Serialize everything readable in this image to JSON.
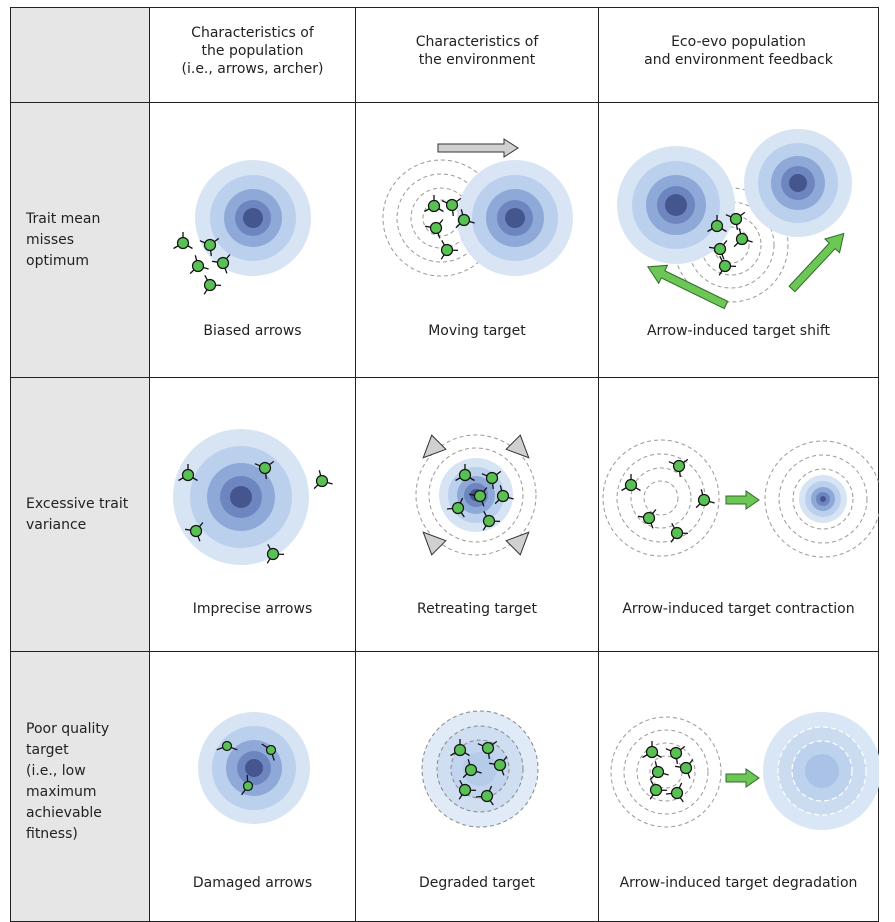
{
  "colors": {
    "ring_outer": "#d7e4f4",
    "ring_2": "#bad0ec",
    "ring_3": "#8ea9d7",
    "ring_4": "#6d86c0",
    "bullseye": "#45558e",
    "arrow_green": "#59c153",
    "shift_arrow_green": "#6cc755",
    "grey_arrow": "#d0d0d0",
    "header_grey": "#e6e6e6"
  },
  "columns": [
    "Characteristics of\nthe population\n(i.e., arrows, archer)",
    "Characteristics of\nthe environment",
    "Eco-evo population\nand environment feedback"
  ],
  "rows": [
    {
      "label": "Trait mean\nmisses\noptimum",
      "captions": [
        "Biased arrows",
        "Moving target",
        "Arrow-induced target shift"
      ]
    },
    {
      "label": "Excessive trait\nvariance",
      "captions": [
        "Imprecise arrows",
        "Retreating target",
        "Arrow-induced target contraction"
      ]
    },
    {
      "label": "Poor quality\ntarget\n(i.e., low\nmaximum\nachievable\nfitness)",
      "captions": [
        "Damaged arrows",
        "Degraded target",
        "Arrow-induced target degradation"
      ]
    }
  ]
}
